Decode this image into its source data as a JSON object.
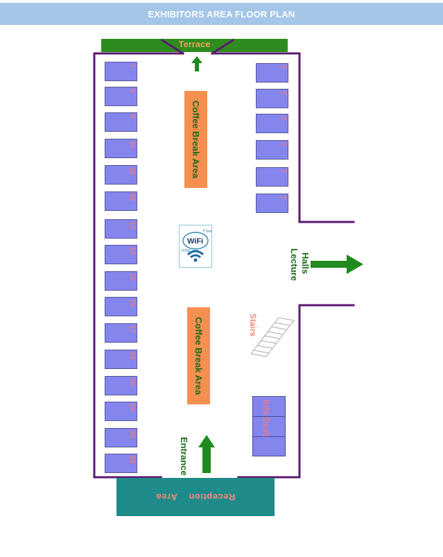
{
  "header": {
    "title": "EXHIBITORS AREA FLOOR PLAN"
  },
  "terrace": {
    "label": "Terrace"
  },
  "reception": {
    "label": "Reception    Area"
  },
  "coffee_break": [
    {
      "label": "Coffee Break Area"
    },
    {
      "label": "Coffee Break Area"
    }
  ],
  "booths_left": [
    "7",
    "8",
    "9",
    "10",
    "11",
    "12",
    "13",
    "14",
    "15",
    "16",
    "17",
    "18",
    "19",
    "20",
    "21",
    "22"
  ],
  "booths_right": [
    "6",
    "5",
    "4",
    "3",
    "2",
    "1"
  ],
  "lecture_halls": {
    "line1": "Lecture",
    "line2": "Halls"
  },
  "entrance": {
    "label": "Entrance"
  },
  "stairs": {
    "label": "Stairs"
  },
  "info_desk": {
    "label": "Info Desk"
  },
  "wifi": {
    "label": "WiFi",
    "free": "Free",
    "zone": "ZONE"
  },
  "colors": {
    "wall": "#5a1a6e",
    "booth": "#8585ee",
    "coffee": "#f59050",
    "green_arrow": "#1f8a1f",
    "terrace": "#2e8b1e",
    "reception": "#1f8a8a"
  }
}
